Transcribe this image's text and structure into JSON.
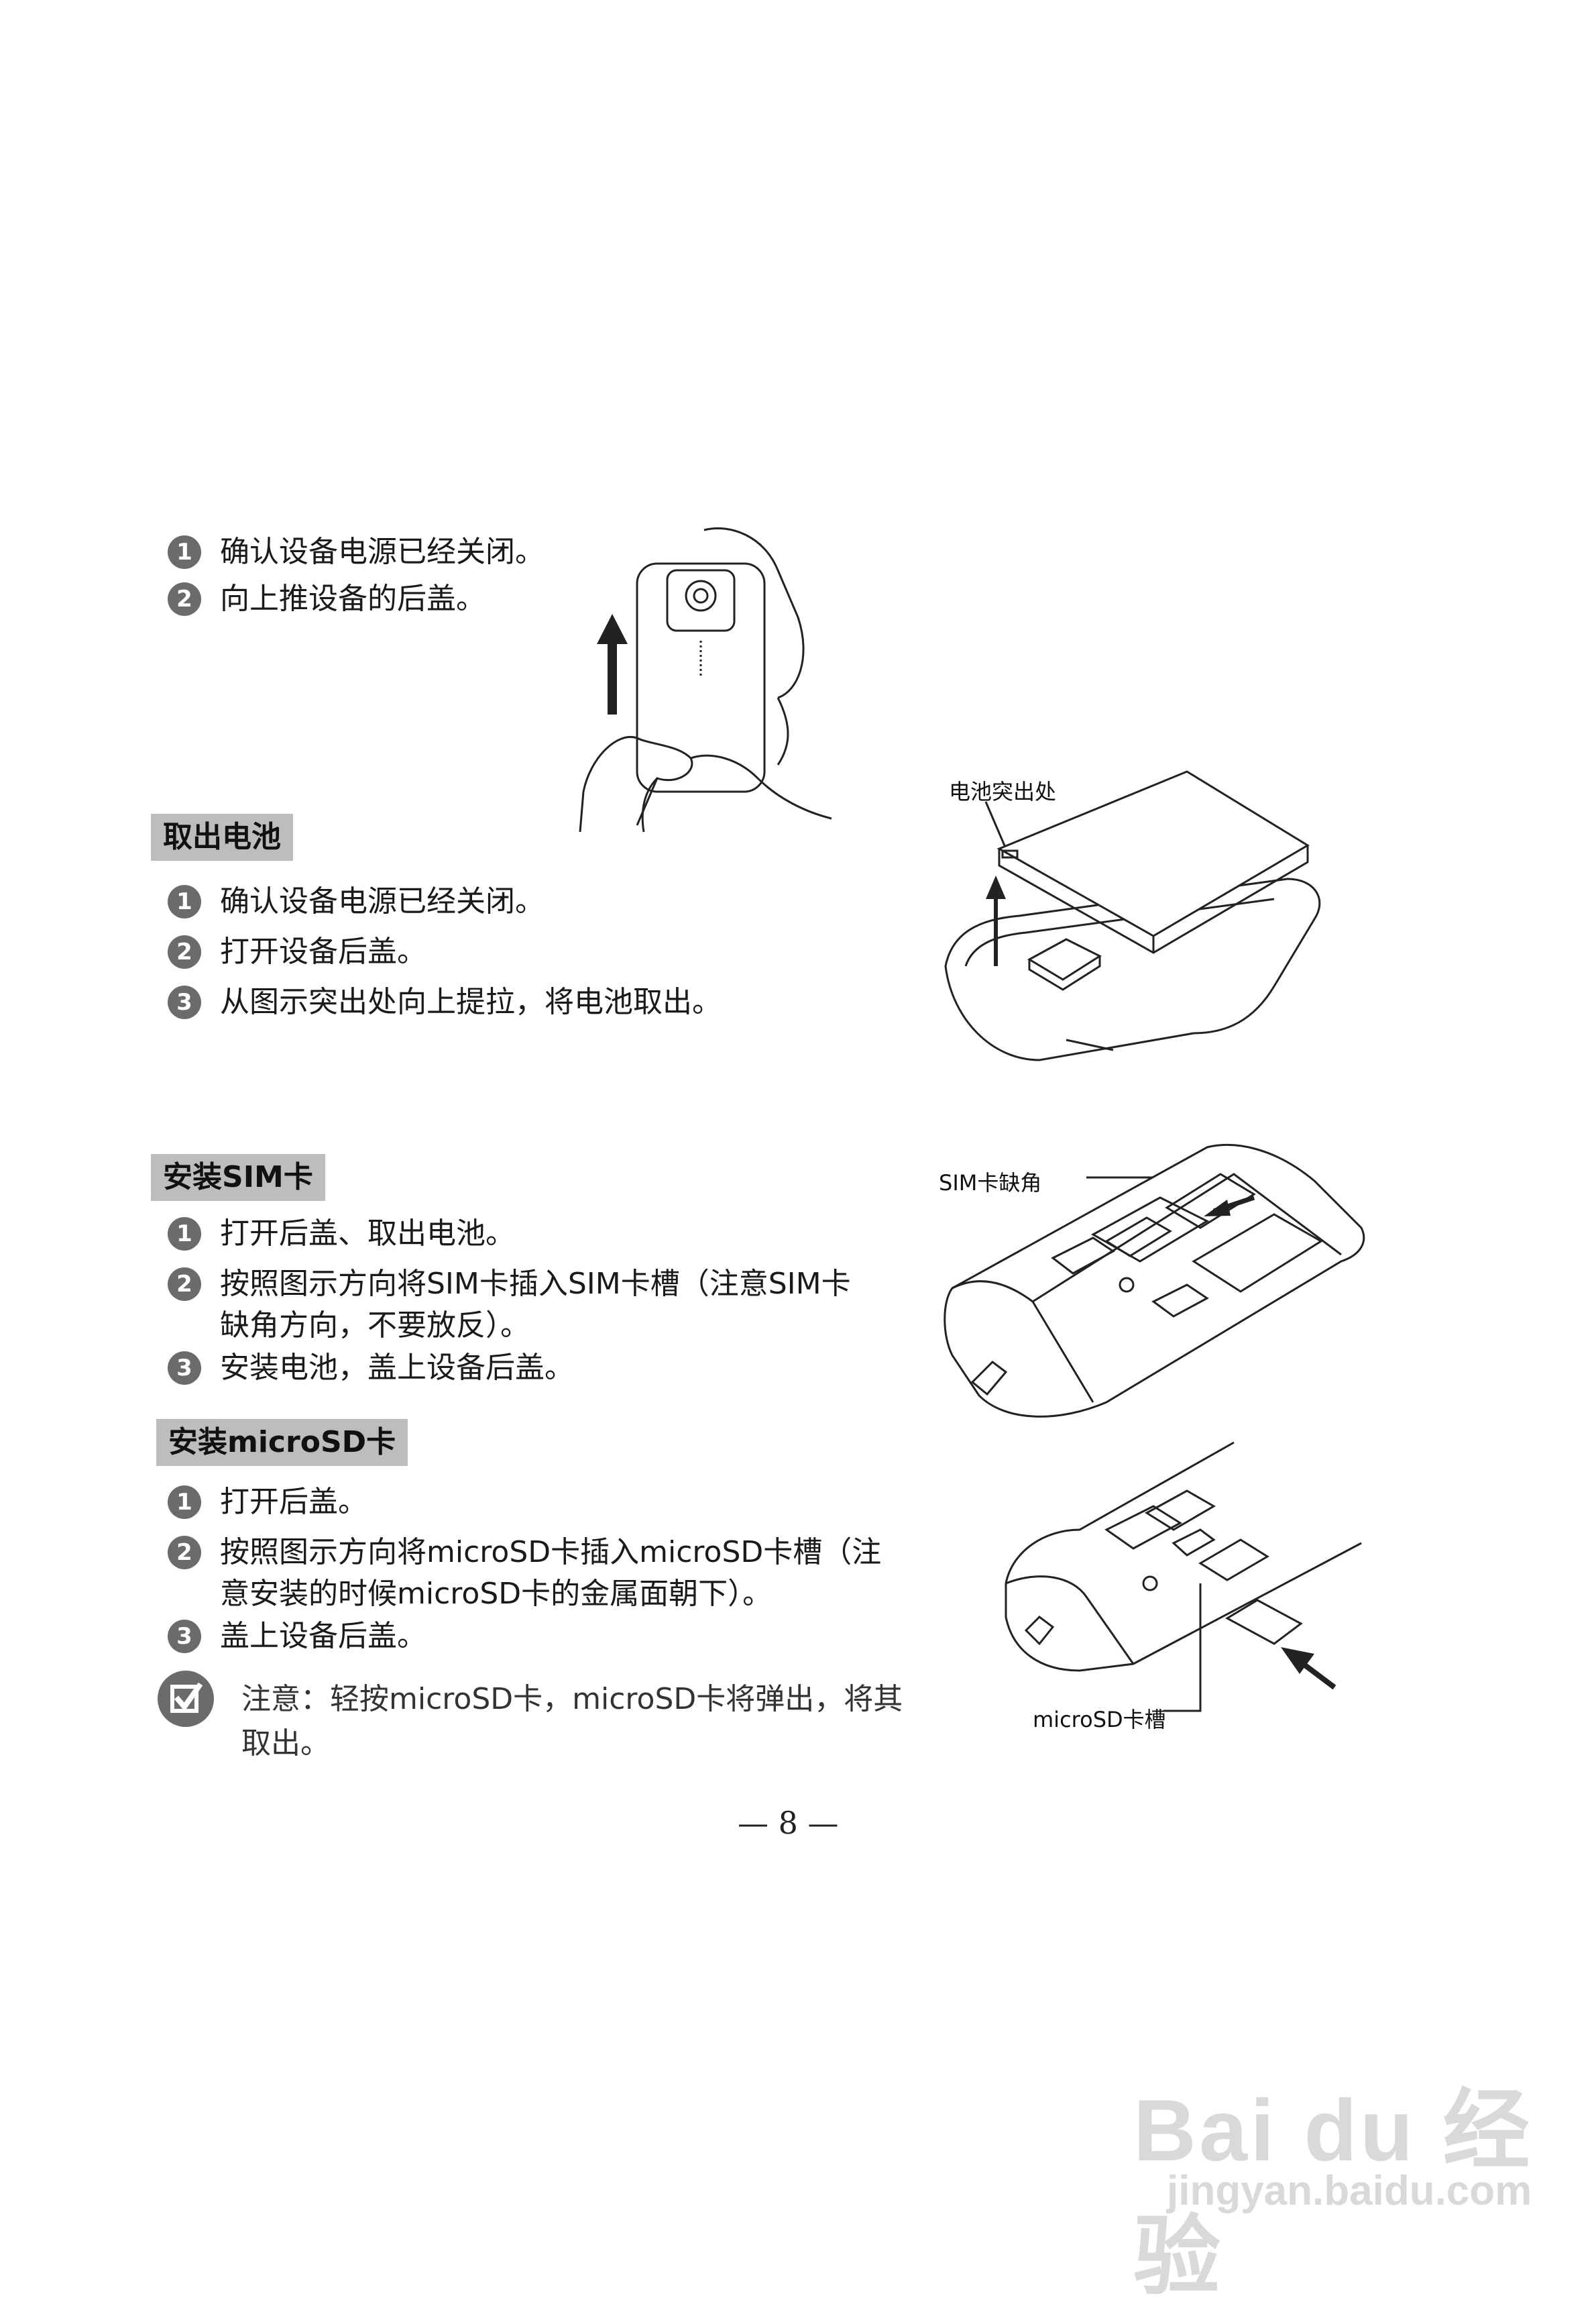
{
  "sections": {
    "remove_cover": {
      "steps": [
        {
          "n": "1",
          "text": "确认设备电源已经关闭。"
        },
        {
          "n": "2",
          "text": "向上推设备的后盖。"
        }
      ]
    },
    "remove_battery": {
      "heading": "取出电池",
      "steps": [
        {
          "n": "1",
          "text": "确认设备电源已经关闭。"
        },
        {
          "n": "2",
          "text": "打开设备后盖。"
        },
        {
          "n": "3",
          "text": "从图示突出处向上提拉，将电池取出。"
        }
      ],
      "callout": "电池突出处"
    },
    "install_sim": {
      "heading": "安装SIM卡",
      "steps": [
        {
          "n": "1",
          "text": "打开后盖、取出电池。"
        },
        {
          "n": "2",
          "text": "按照图示方向将SIM卡插入SIM卡槽（注意SIM卡\n缺角方向，不要放反）。"
        },
        {
          "n": "3",
          "text": "安装电池，盖上设备后盖。"
        }
      ],
      "callout": "SIM卡缺角"
    },
    "install_microsd": {
      "heading": "安装microSD卡",
      "steps": [
        {
          "n": "1",
          "text": "打开后盖。"
        },
        {
          "n": "2",
          "text": "按照图示方向将microSD卡插入microSD卡槽（注\n意安装的时候microSD卡的金属面朝下）。"
        },
        {
          "n": "3",
          "text": "盖上设备后盖。"
        }
      ],
      "note": "注意：轻按microSD卡，microSD卡将弹出，将其\n取出。",
      "note_icon": "checkbox-icon",
      "callout": "microSD卡槽"
    }
  },
  "page_number": "— 8 —",
  "watermark": {
    "brand": "Bai du 经验",
    "url": "jingyan.baidu.com"
  }
}
